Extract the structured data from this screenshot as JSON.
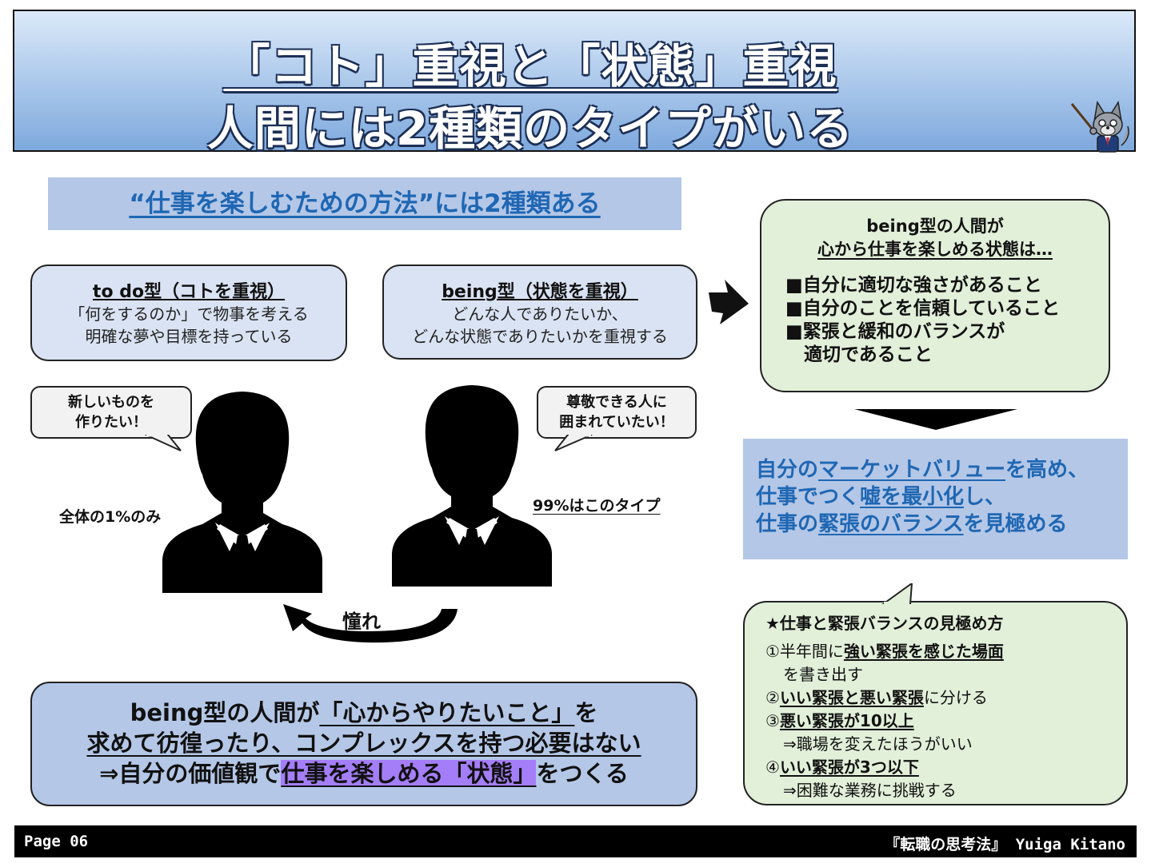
{
  "header": {
    "title_line1": "「コト」重視と「状態」重視",
    "title_line2": "人間には2種類のタイプがいる"
  },
  "banner": {
    "text": "“仕事を楽しむための方法”には2種類ある"
  },
  "todo_box": {
    "title": "to do型（コトを重視）",
    "line1": "「何をするのか」で物事を考える",
    "line2": "明確な夢や目標を持っている"
  },
  "being_box": {
    "title": "being型（状態を重視）",
    "line1": "どんな人でありたいか、",
    "line2": "どんな状態でありたいかを重視する"
  },
  "left_person": {
    "bubble_line1": "新しいものを",
    "bubble_line2": "作りたい！",
    "caption": "全体の1%のみ"
  },
  "right_person": {
    "bubble_line1": "尊敬できる人に",
    "bubble_line2": "囲まれていたい！",
    "caption": "99%はこのタイプ"
  },
  "arrow_label": "憧れ",
  "bottom_box": {
    "line1_a": "being型の人間が",
    "line1_b": "「心からやりたいこと」",
    "line1_c": "を",
    "line2": "求めて彷徨ったり、コンプレックスを持つ必要はない",
    "line3_a": "⇒自分の価値観で",
    "line3_b": "仕事を楽しめる「状態」",
    "line3_c": "をつくる"
  },
  "being_state_box": {
    "title_line1": "being型の人間が",
    "title_line2": "心から仕事を楽しめる状態は…",
    "items": [
      "■自分に適切な強さがあること",
      "■自分のことを信頼していること",
      "■緊張と緩和のバランスが",
      "　適切であること"
    ]
  },
  "market_box": {
    "l1_a": "自分の",
    "l1_b": "マーケットバリュー",
    "l1_c": "を高め、",
    "l2_a": "仕事でつく",
    "l2_b": "嘘を最小化",
    "l2_c": "し、",
    "l3_a": "仕事の",
    "l3_b": "緊張のバランス",
    "l3_c": "を見極める"
  },
  "tension_box": {
    "title": "★仕事と緊張バランスの見極め方",
    "s1_a": "①半年間に",
    "s1_b": "強い緊張を感じた場面",
    "s1_c": "を書き出す",
    "s2_a": "②",
    "s2_b": "いい緊張と悪い緊張",
    "s2_c": "に分ける",
    "s3_a": "③",
    "s3_b": "悪い緊張が10以上",
    "s3_c": "⇒職場を変えたほうがいい",
    "s4_a": "④",
    "s4_b": "いい緊張が3つ以下",
    "s4_c": "⇒困難な業務に挑戦する"
  },
  "footer": {
    "page": "Page 06",
    "credit": "『転職の思考法』 Yuiga Kitano"
  },
  "colors": {
    "accent_blue": "#1f67b3",
    "highlight_purple": "#a47ef8",
    "box_blue": "#dae3f3",
    "box_green": "#e2efd9"
  }
}
